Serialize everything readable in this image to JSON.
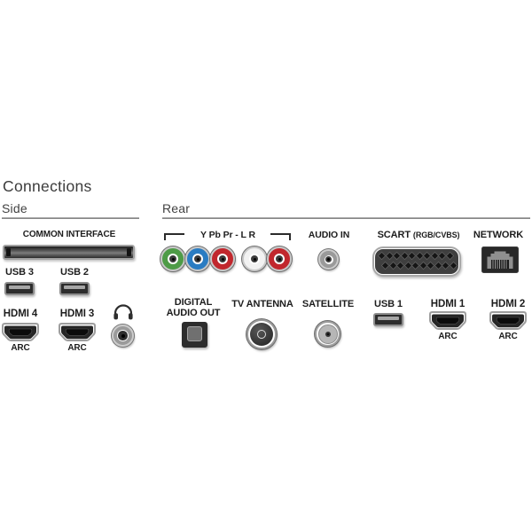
{
  "title": "Connections",
  "side": {
    "label": "Side",
    "common_interface": "COMMON INTERFACE",
    "usb3": "USB 3",
    "usb2": "USB 2",
    "hdmi4": "HDMI 4",
    "hdmi4_sub": "ARC",
    "hdmi3": "HDMI 3",
    "hdmi3_sub": "ARC"
  },
  "rear": {
    "label": "Rear",
    "component_group": "Y Pb Pr - L R",
    "audio_in": "AUDIO IN",
    "scart": "SCART",
    "scart_sub": "(RGB/CVBS)",
    "network": "NETWORK",
    "digital_audio_out_line1": "DIGITAL",
    "digital_audio_out_line2": "AUDIO OUT",
    "tv_antenna": "TV ANTENNA",
    "satellite": "SATELLITE",
    "usb1": "USB 1",
    "hdmi1": "HDMI 1",
    "hdmi1_sub": "ARC",
    "hdmi2": "HDMI 2",
    "hdmi2_sub": "ARC"
  },
  "colors": {
    "jack_y_green": "#4e9b47",
    "jack_pb_blue": "#2a7cc2",
    "jack_pr_red": "#c1272d",
    "jack_l_white": "#f2f2f2",
    "jack_r_red": "#c1272d",
    "audio_in_silver": "#9a9a9a",
    "headphone_silver": "#9a9a9a"
  }
}
